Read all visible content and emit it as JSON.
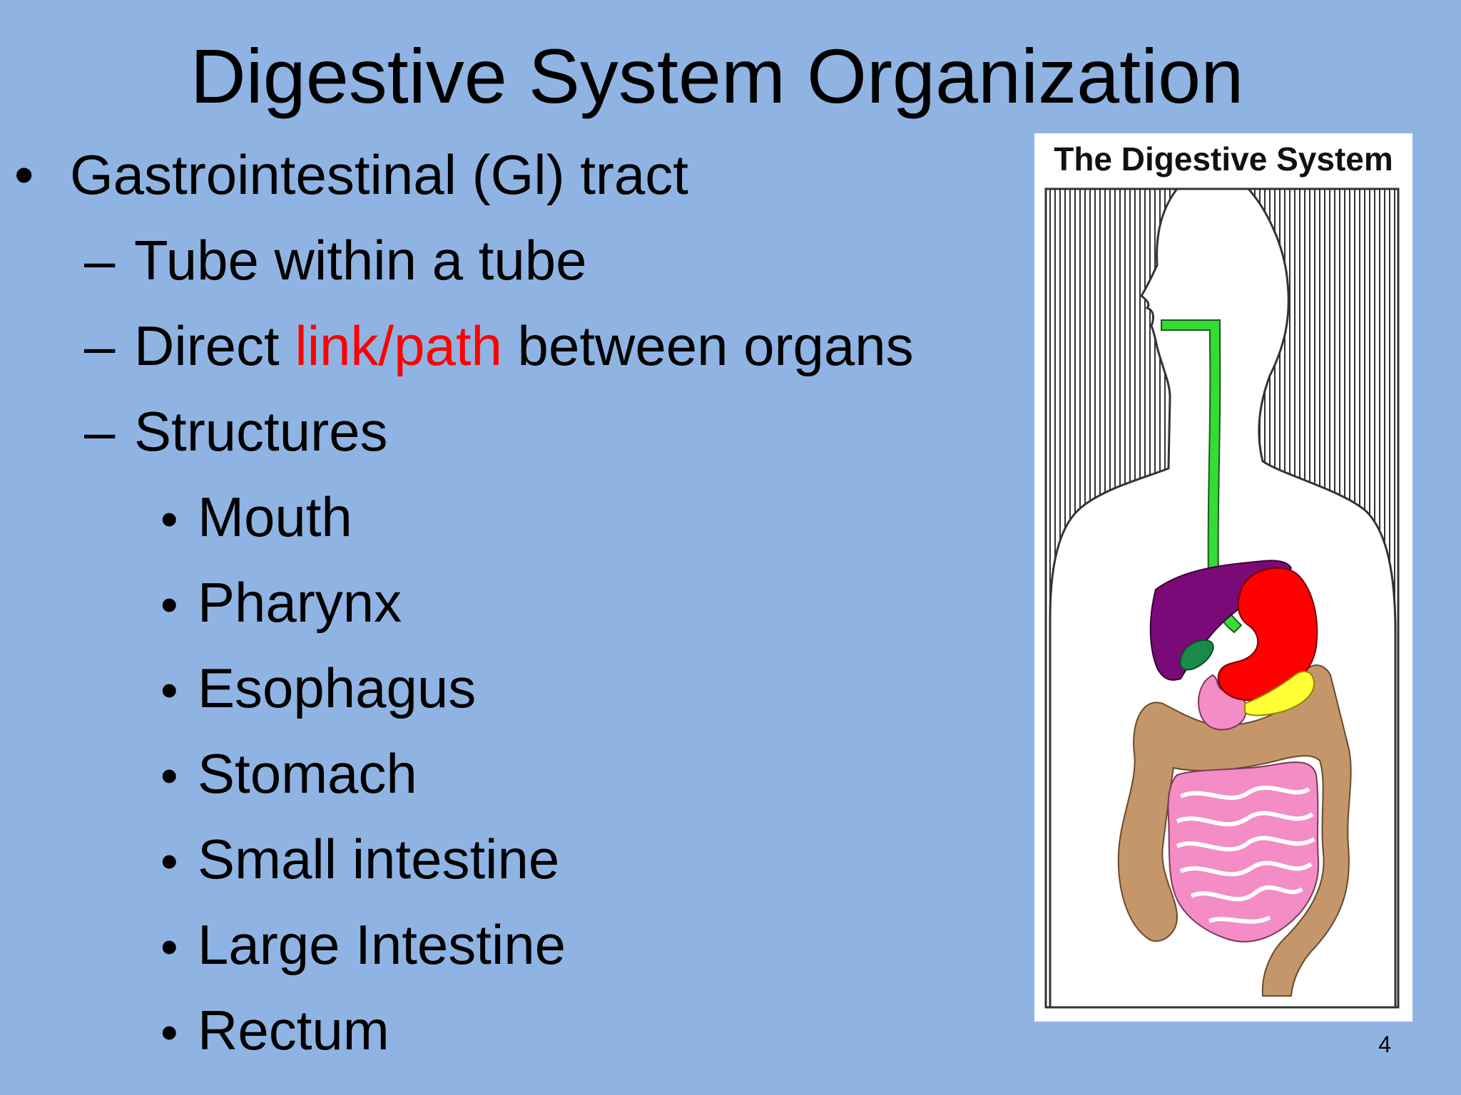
{
  "slide": {
    "title": "Digestive System Organization",
    "page_number": "4",
    "bullets": {
      "main": "Gastrointestinal (Gl) tract",
      "sub1": "Tube within a tube",
      "sub2_before": "Direct ",
      "sub2_highlight": "link/path",
      "sub2_after": " between organs",
      "sub3": "Structures",
      "structures": [
        "Mouth",
        "Pharynx",
        "Esophagus",
        "Stomach",
        "Small intestine",
        "Large Intestine",
        "Rectum"
      ]
    },
    "figure": {
      "title": "The Digestive System",
      "colors": {
        "esophagus": "#33dd33",
        "liver": "#7a0a78",
        "gallbladder": "#1a8a4a",
        "stomach": "#ff0000",
        "pancreas": "#ffff33",
        "small_intestine": "#f48cc6",
        "large_intestine": "#c4966a",
        "outline": "#333333"
      }
    },
    "colors": {
      "background": "#8fb4e3",
      "highlight": "#ff0000",
      "text": "#000000"
    }
  }
}
